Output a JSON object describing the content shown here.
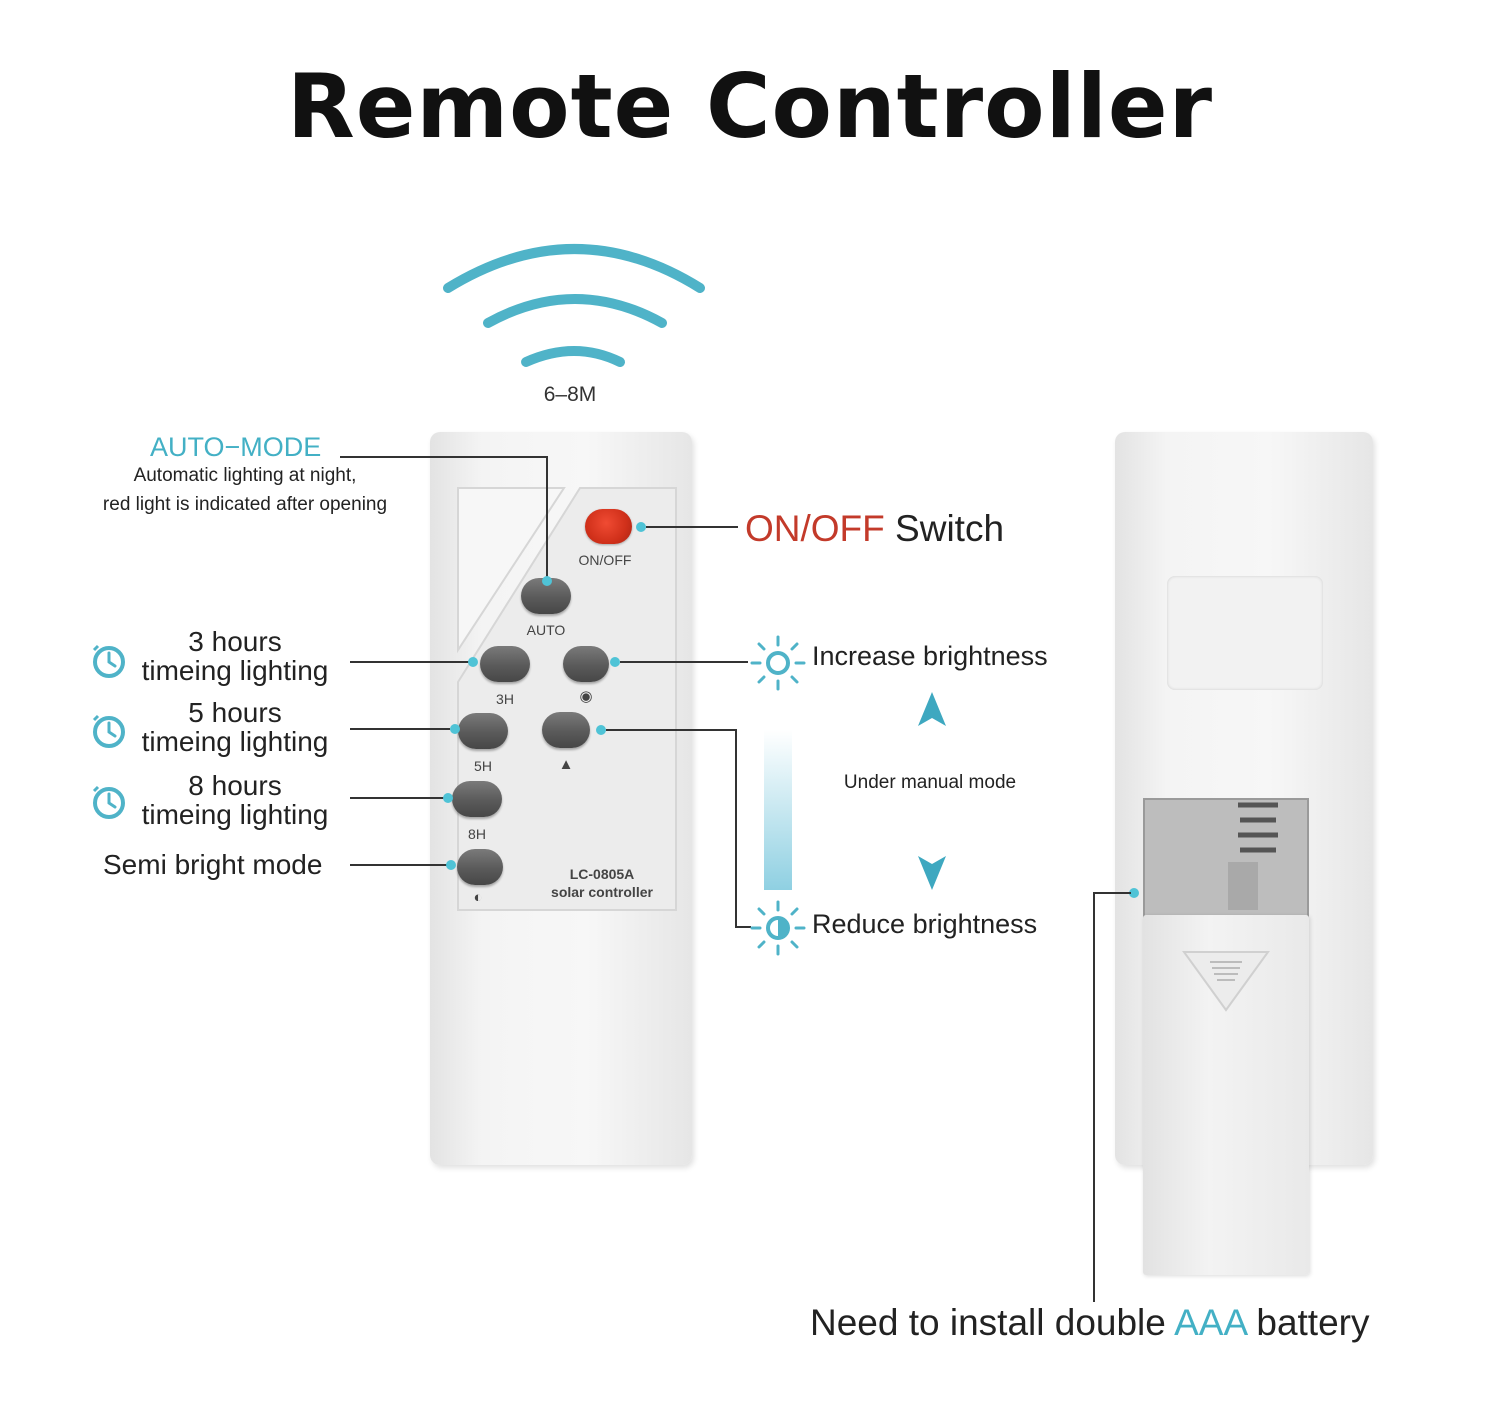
{
  "title": "Remote Controller",
  "range": "6–8M",
  "remote": {
    "buttons": {
      "onoff": "ON/OFF",
      "auto": "AUTO",
      "h3": "3H",
      "h5": "5H",
      "h8": "8H"
    },
    "model": "LC-0805A",
    "model_sub": "solar controller"
  },
  "labels": {
    "auto_mode_title": "AUTO−MODE",
    "auto_mode_line1": "Automatic lighting at night,",
    "auto_mode_line2": "red light is indicated after opening",
    "onoff_part1": "ON/OFF",
    "onoff_part2": " Switch",
    "h3_line1": "3 hours",
    "h3_line2": "timeing lighting",
    "h5_line1": "5 hours",
    "h5_line2": "timeing lighting",
    "h8_line1": "8 hours",
    "h8_line2": "timeing lighting",
    "semi": "Semi bright mode",
    "increase": "Increase brightness",
    "manual": "Under manual mode",
    "reduce": "Reduce brightness",
    "battery_part1": "Need to install double ",
    "battery_part2": "AAA",
    "battery_part3": " battery"
  },
  "colors": {
    "accent_teal": "#43b0c5",
    "accent_red": "#c33a2a",
    "power_button": "#d0301a",
    "button_gray": "#5a5a5a"
  },
  "icons": [
    "wireless-signal-icon",
    "timer-icon",
    "sun-icon",
    "sun-half-icon",
    "arrow-up-icon",
    "arrow-down-icon"
  ]
}
